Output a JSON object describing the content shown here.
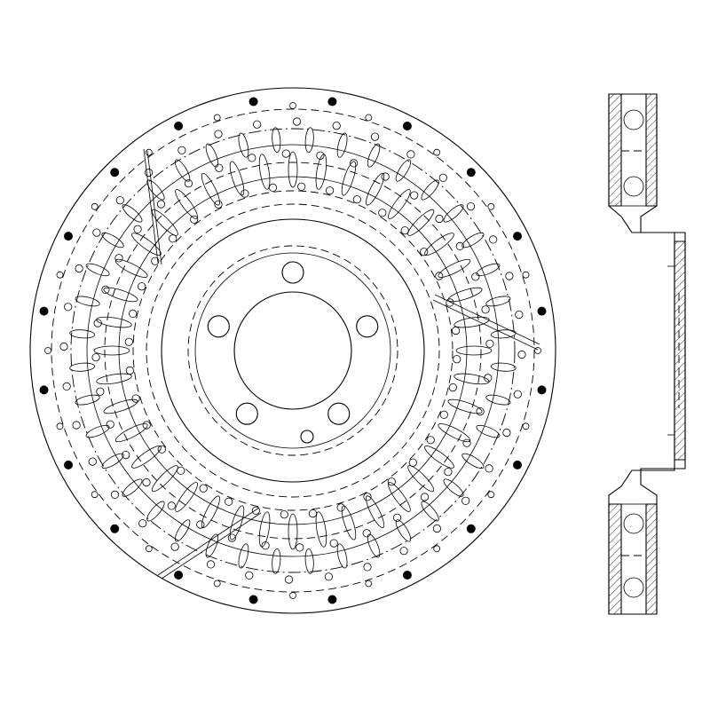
{
  "drawing": {
    "views": [
      "front-view",
      "section-view"
    ],
    "line_color": "#000000",
    "background": "#ffffff",
    "lug_holes": 5,
    "vent_vane_count": 40,
    "drilled_hole_rings": 3,
    "dark_holes_outer": 20
  }
}
